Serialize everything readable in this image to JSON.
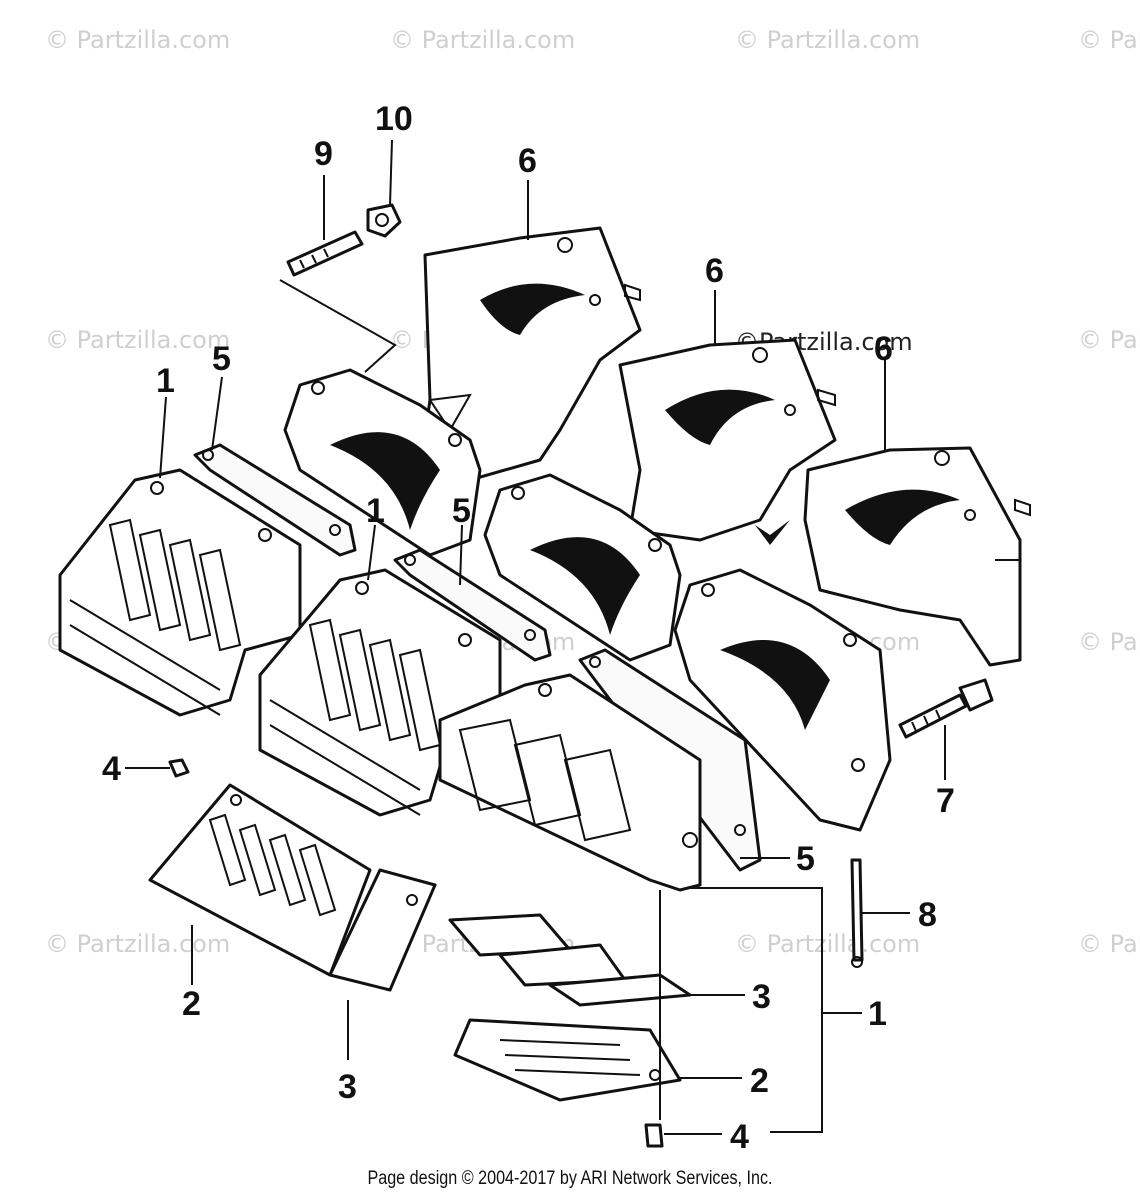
{
  "watermark": {
    "text": "© Partzilla.com",
    "dark_text": "©Partzilla.com"
  },
  "footer": {
    "text": "Page design © 2004-2017 by ARI Network Services, Inc."
  },
  "callouts": {
    "c10": "10",
    "c9": "9",
    "c6a": "6",
    "c6b": "6",
    "c6c": "6",
    "c5a": "5",
    "c1a": "1",
    "c1b": "1",
    "c5b": "5",
    "c4a": "4",
    "c2a": "2",
    "c3a": "3",
    "c7": "7",
    "c5c": "5",
    "c8": "8",
    "c3b": "3",
    "c1c": "1",
    "c2b": "2",
    "c4b": "4"
  }
}
